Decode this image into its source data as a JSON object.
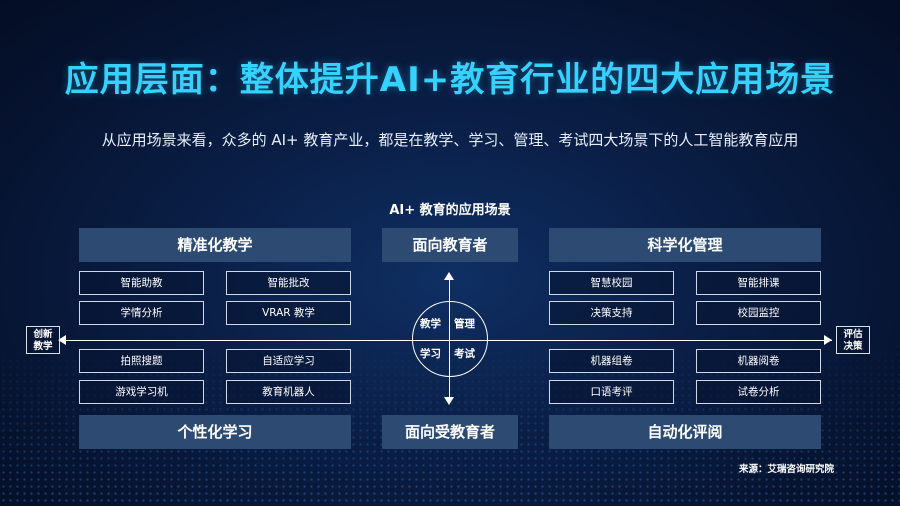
{
  "title": "应用层面：整体提升AI+教育行业的四大应用场景",
  "subtitle": "从应用场景来看，众多的 AI+ 教育产业，都是在教学、学习、管理、考试四大场景下的人工智能教育应用",
  "diagram": {
    "title": "AI+ 教育的应用场景",
    "top_left": {
      "header": "精准化教学",
      "items": [
        "智能助教",
        "智能批改",
        "学情分析",
        "VRAR 教学"
      ]
    },
    "top_center": "面向教育者",
    "top_right": {
      "header": "科学化管理",
      "items": [
        "智慧校园",
        "智能排课",
        "决策支持",
        "校园监控"
      ]
    },
    "bottom_left": {
      "header": "个性化学习",
      "items": [
        "拍照搜题",
        "自适应学习",
        "游戏学习机",
        "教育机器人"
      ]
    },
    "bottom_center": "面向受教育者",
    "bottom_right": {
      "header": "自动化评阅",
      "items": [
        "机器组卷",
        "机器阅卷",
        "口语考评",
        "试卷分析"
      ]
    },
    "left_axis": [
      "创新",
      "教学"
    ],
    "right_axis": [
      "评估",
      "决策"
    ],
    "quadrants": [
      "教学",
      "管理",
      "学习",
      "考试"
    ]
  },
  "source": "来源：艾瑞咨询研究院",
  "colors": {
    "title": "#35d2ff",
    "header_box": "#2d4b72",
    "background": "#0a1f47"
  }
}
